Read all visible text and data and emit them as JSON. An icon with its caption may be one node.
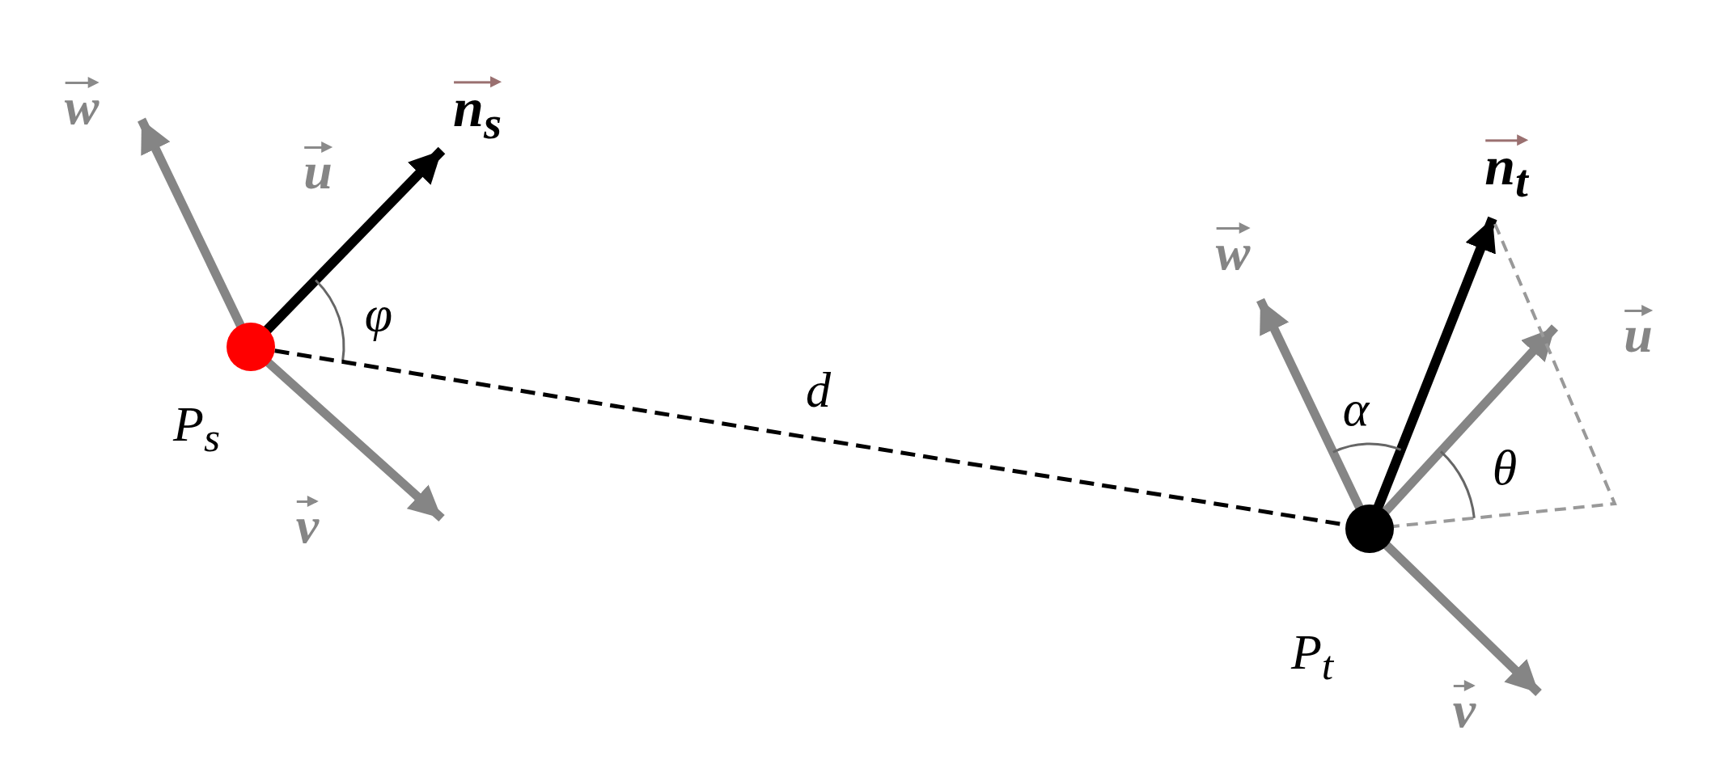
{
  "diagram": {
    "nodes": [
      {
        "text": [],
        "shape": "circle",
        "beside": [
          "P$_{s}$"
        ]
      },
      {
        "text": [],
        "shape": "circle",
        "beside": [
          "P$_{t}$"
        ]
      }
    ],
    "edges": [
      {
        "from": 0,
        "to": 1,
        "arrow": "none",
        "label": "d",
        "style": "dashed"
      }
    ],
    "labels": [
      "w",
      "n$_{s}$",
      "u",
      "φ",
      "v",
      "n$_{t}$",
      "w",
      "α",
      "u",
      "θ",
      "v"
    ]
  }
}
